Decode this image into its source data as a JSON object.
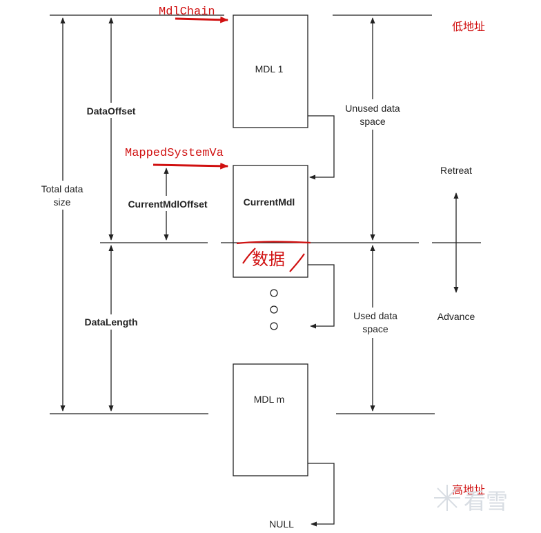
{
  "labels": {
    "mdl_chain": "MdlChain",
    "mapped_system_va": "MappedSystemVa",
    "low_address": "低地址",
    "high_address": "高地址",
    "data_offset": "DataOffset",
    "current_mdl_offset": "CurrentMdlOffset",
    "data_length": "DataLength",
    "total_data_size_line1": "Total data",
    "total_data_size_line2": "size",
    "unused_data_line1": "Unused data",
    "unused_data_line2": "space",
    "used_data_line1": "Used data",
    "used_data_line2": "space",
    "retreat": "Retreat",
    "advance": "Advance",
    "null": "NULL",
    "data_annotation": "数据"
  },
  "boxes": {
    "mdl1": "MDL 1",
    "current_mdl": "CurrentMdl",
    "mdl_m": "MDL m"
  },
  "watermark": "看雪",
  "colors": {
    "annotation_red": "#d01010",
    "line": "#222222",
    "watermark": "#d8dde3"
  }
}
